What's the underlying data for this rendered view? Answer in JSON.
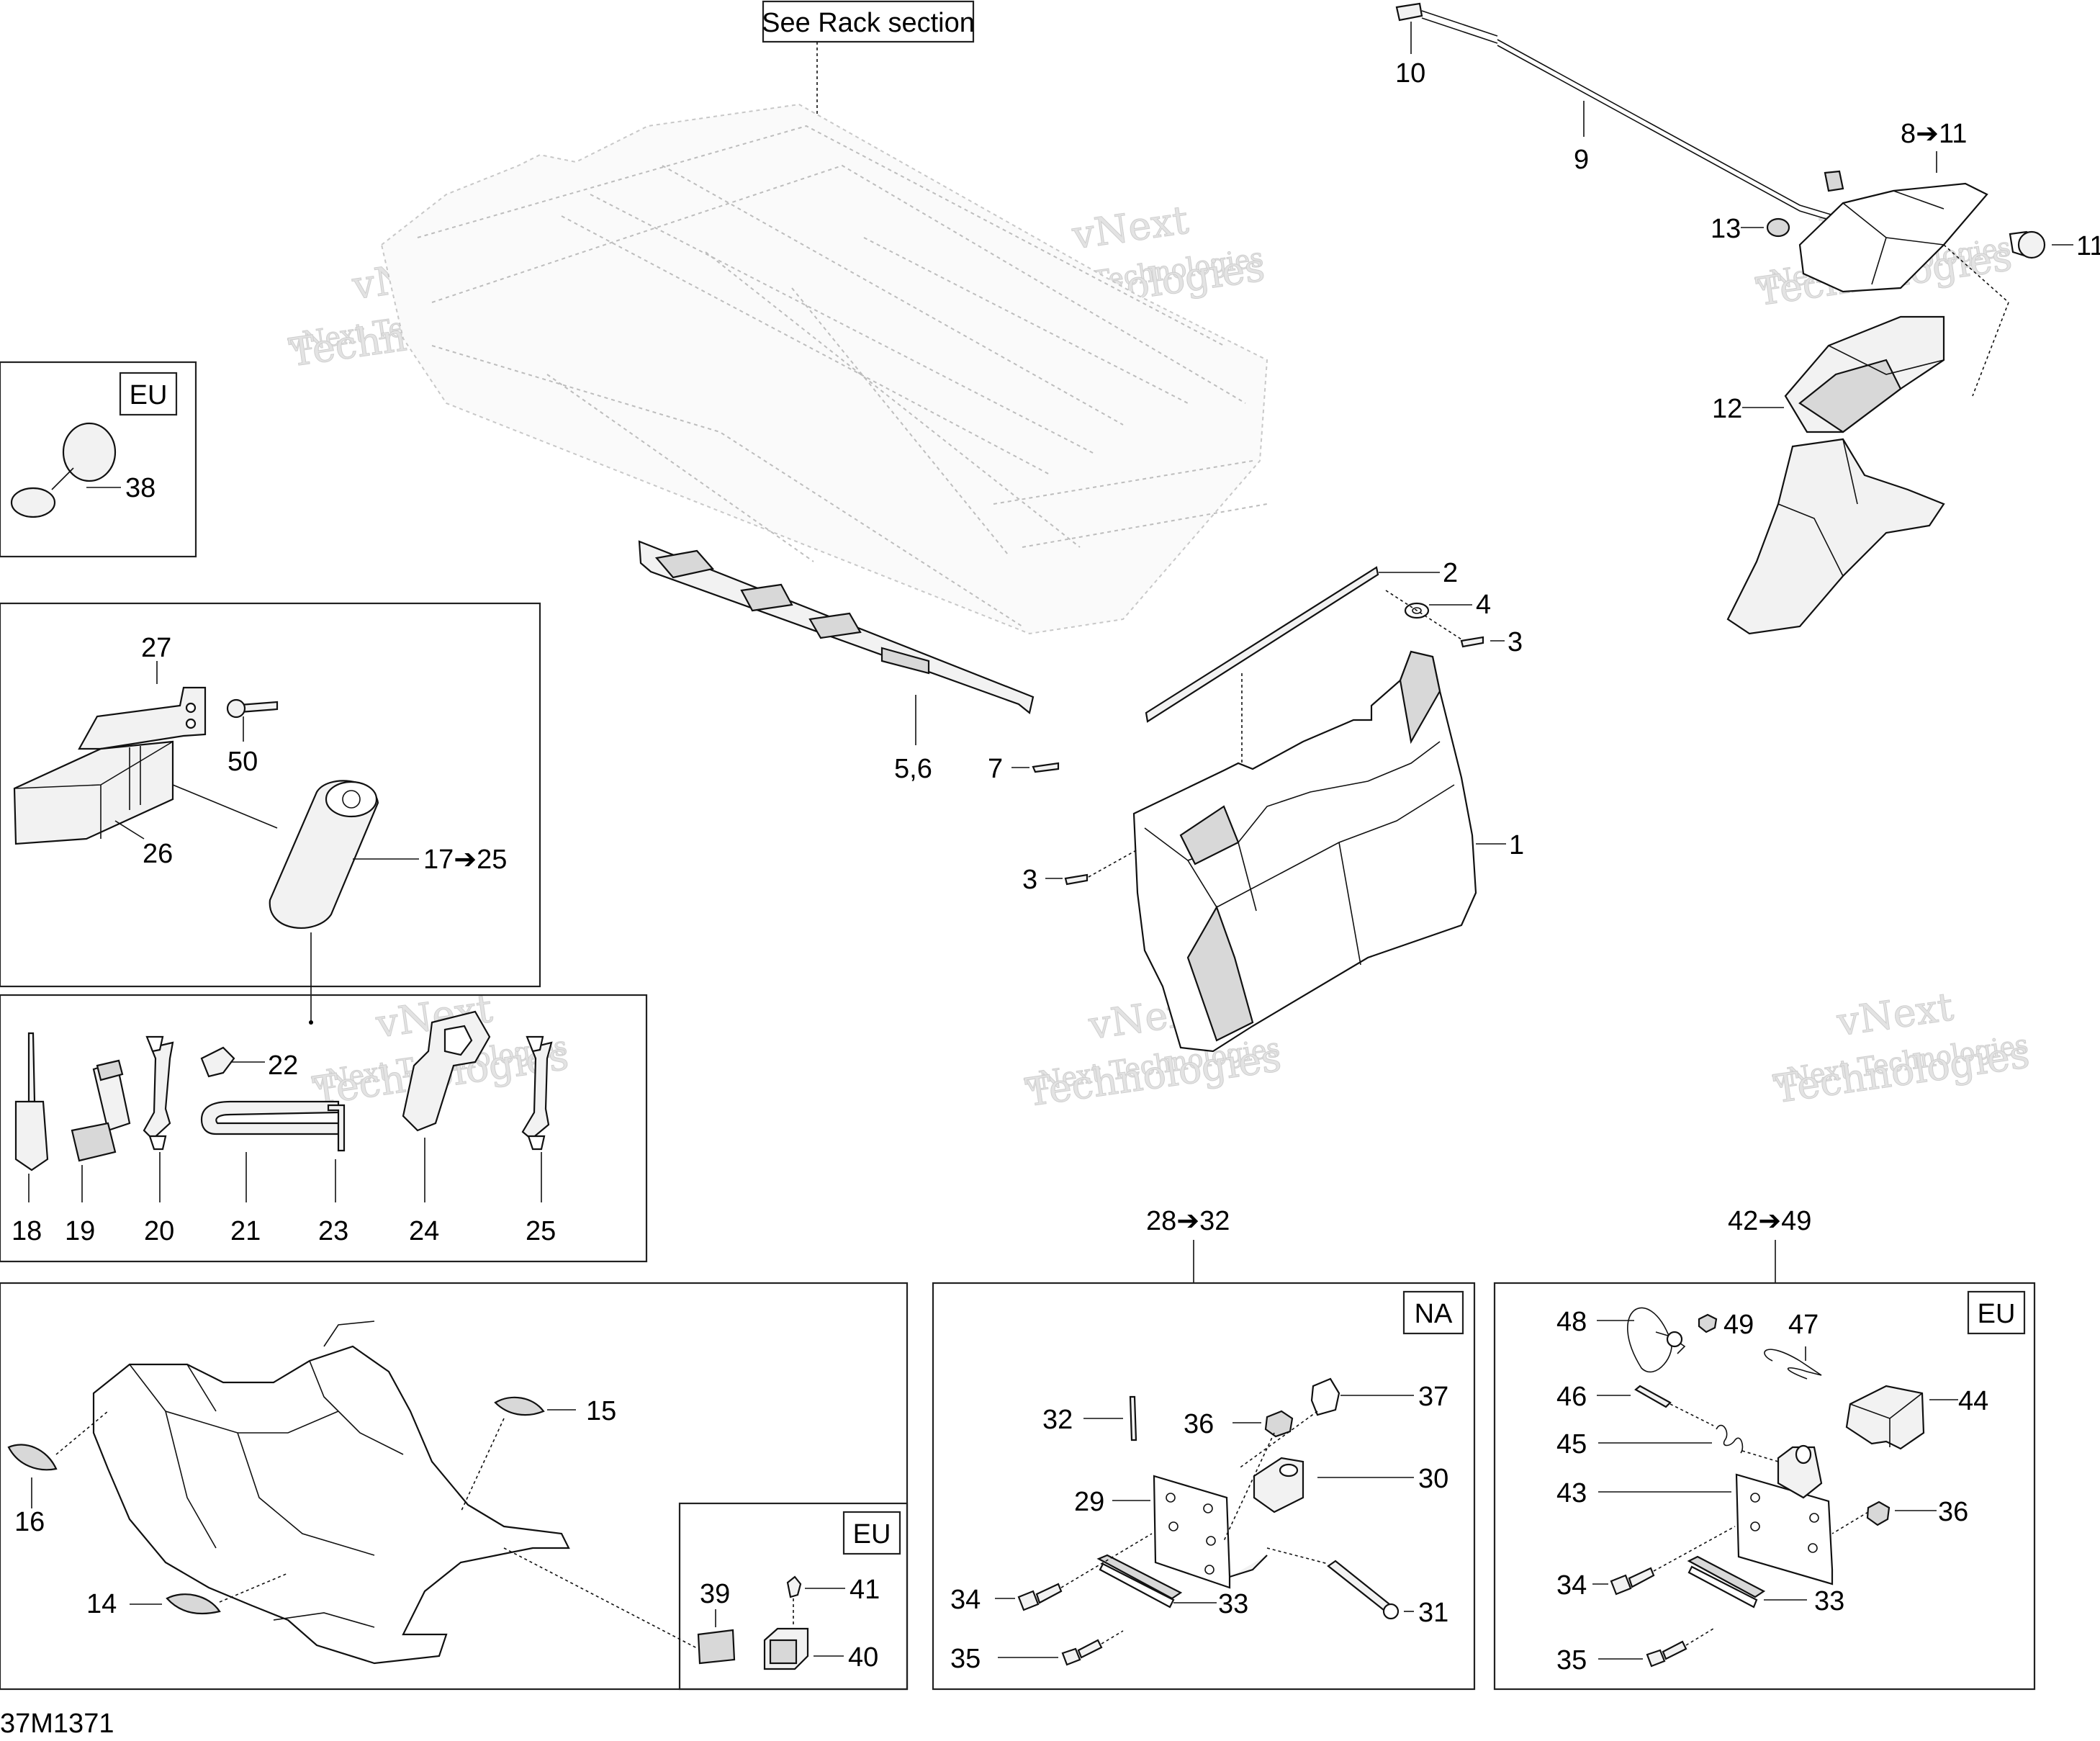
{
  "diagram_code": "37M1371",
  "see_rack_note": "See Rack section",
  "watermark": {
    "line1": "vNext Technologies",
    "line2": "vNext",
    "line3": "Technologies"
  },
  "region_tags": {
    "eu_mirror": "EU",
    "na_hitch": "NA",
    "eu_hitch": "EU",
    "eu_plate": "EU"
  },
  "callouts": {
    "c1": "1",
    "c2": "2",
    "c3a": "3",
    "c3b": "3",
    "c4": "4",
    "c56": "5,6",
    "c7": "7",
    "c811": "8➔11",
    "c9": "9",
    "c10": "10",
    "c11": "11",
    "c12": "12",
    "c13": "13",
    "c14": "14",
    "c15": "15",
    "c16": "16",
    "c1725": "17➔25",
    "c18": "18",
    "c19": "19",
    "c20": "20",
    "c21": "21",
    "c22": "22",
    "c23": "23",
    "c24": "24",
    "c25": "25",
    "c26": "26",
    "c27": "27",
    "c2832": "28➔32",
    "c29": "29",
    "c30": "30",
    "c31": "31",
    "c32": "32",
    "c33a": "33",
    "c33b": "33",
    "c34a": "34",
    "c34b": "34",
    "c35a": "35",
    "c35b": "35",
    "c36a": "36",
    "c36b": "36",
    "c37": "37",
    "c38": "38",
    "c39": "39",
    "c40": "40",
    "c41": "41",
    "c4249": "42➔49",
    "c43": "43",
    "c44": "44",
    "c45": "45",
    "c46": "46",
    "c47": "47",
    "c48": "48",
    "c49": "49",
    "c50": "50"
  }
}
